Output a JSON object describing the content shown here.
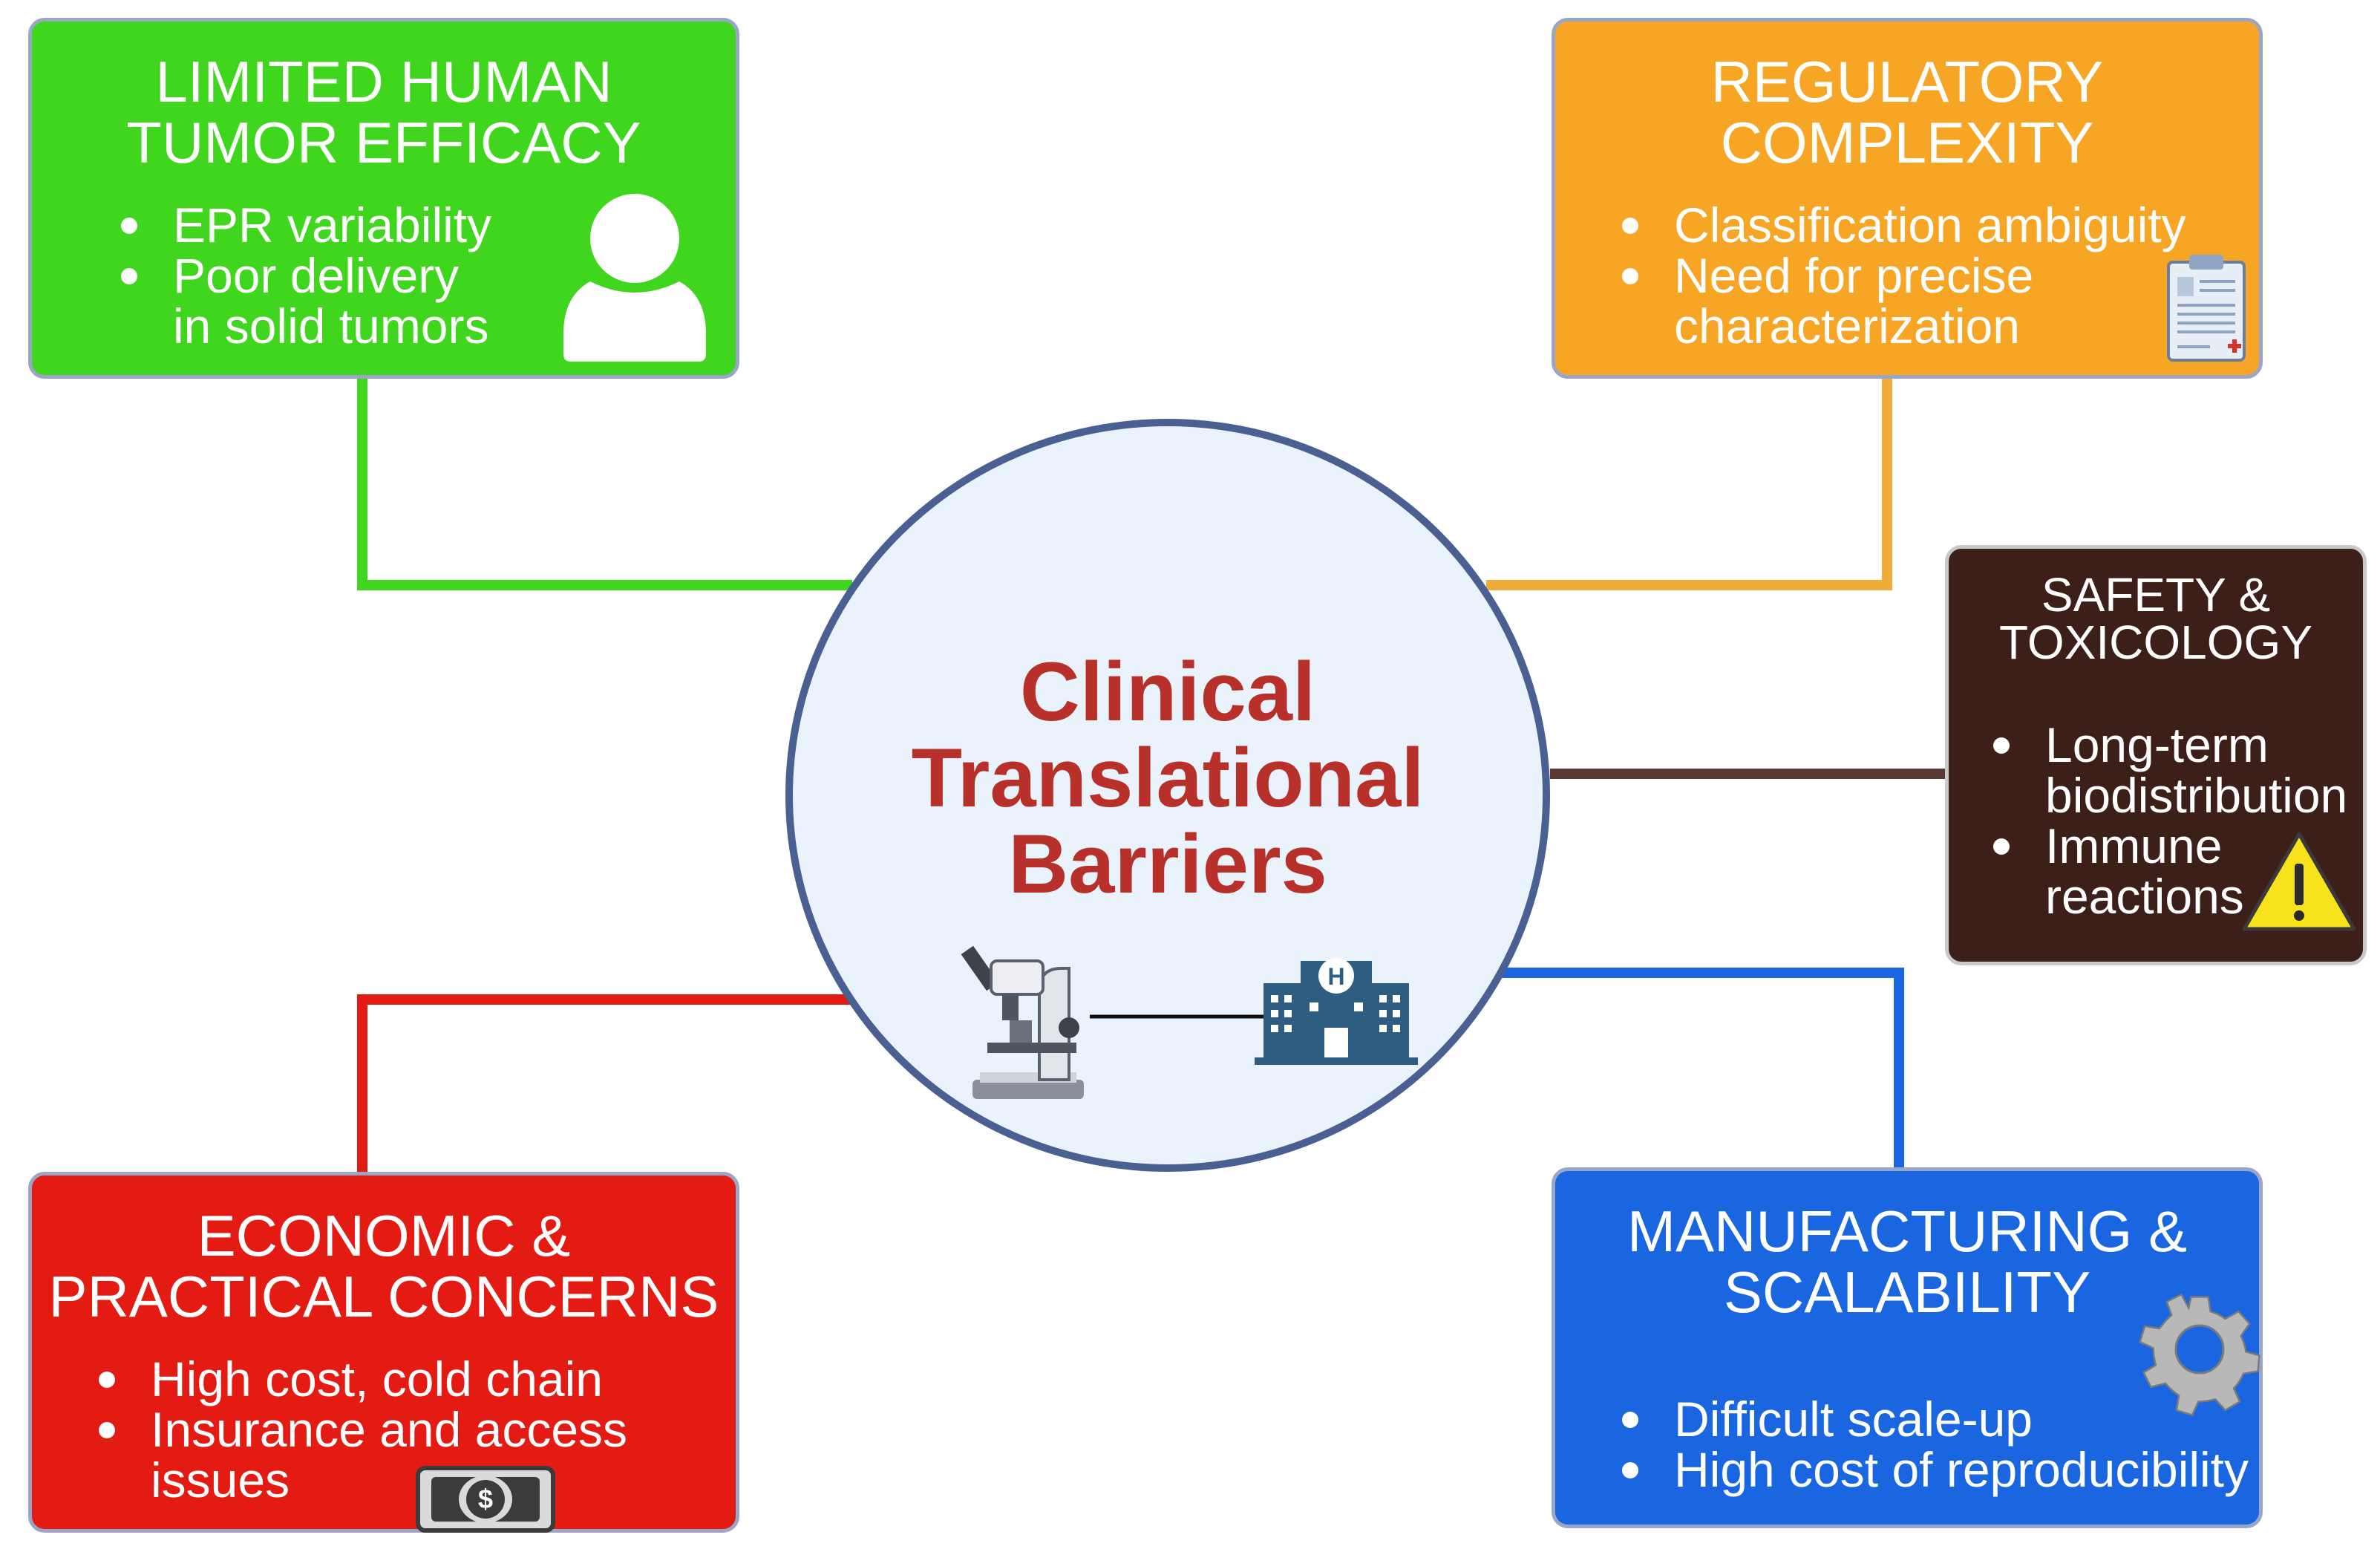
{
  "center": {
    "title_lines": [
      "Clinical",
      "Translational",
      "Barriers"
    ]
  },
  "boxes": {
    "human_efficacy": {
      "title_lines": [
        "LIMITED HUMAN",
        "TUMOR EFFICACY"
      ],
      "bullets": [
        [
          "EPR variability"
        ],
        [
          "Poor delivery",
          "in solid tumors"
        ]
      ],
      "color": "#3fd61d"
    },
    "regulatory": {
      "title_lines": [
        "REGULATORY",
        "COMPLEXITY"
      ],
      "bullets": [
        [
          "Classification ambiguity"
        ],
        [
          "Need for precise",
          "characterization"
        ]
      ],
      "color": "#f6a524"
    },
    "safety": {
      "title_lines": [
        "SAFETY &",
        "TOXICOLOGY"
      ],
      "bullets": [
        [
          "Long-term",
          "biodistribution"
        ],
        [
          "Immune",
          "reactions"
        ]
      ],
      "color": "#3d1f1a"
    },
    "economic": {
      "title_lines": [
        "ECONOMIC &",
        "PRACTICAL CONCERNS"
      ],
      "bullets": [
        [
          "High cost, cold chain"
        ],
        [
          "Insurance and access",
          "issues"
        ]
      ],
      "color": "#e31b12"
    },
    "manufacturing": {
      "title_lines": [
        "MANUFACTURING &",
        "SCALABILITY"
      ],
      "bullets": [
        [
          "Difficult scale-up"
        ],
        [
          "High cost of reproducibility"
        ]
      ],
      "color": "#1a66e0"
    }
  },
  "icons": {
    "human_efficacy": "person-icon",
    "regulatory": "clipboard-icon",
    "safety": "warning-icon",
    "economic": "dollar-bill-icon",
    "manufacturing": "gear-icon",
    "center": [
      "microscope-icon",
      "arrow-icon",
      "hospital-icon"
    ]
  },
  "connector_colors": {
    "human_efficacy": "#3fd61d",
    "regulatory": "#f0ad3b",
    "safety": "#5a3a33",
    "economic": "#e31b12",
    "manufacturing": "#1a66e0"
  },
  "circle": {
    "fill": "#eaf2fb",
    "border": "#4a5f92",
    "title_color": "#b8302a"
  }
}
